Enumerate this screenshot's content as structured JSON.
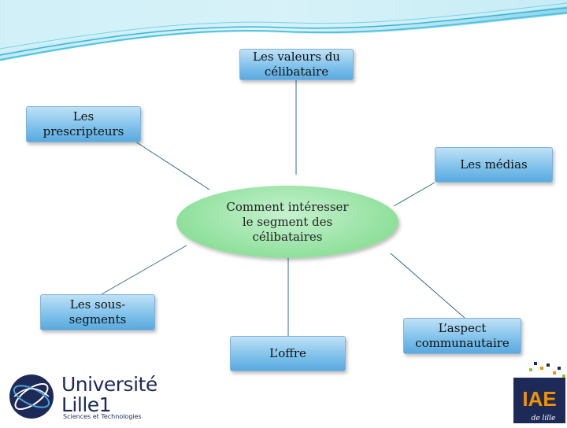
{
  "diagram": {
    "center": {
      "line1": "Comment intéresser",
      "line2": "le segment des",
      "line3": "célibataires"
    },
    "nodes": {
      "valeurs": {
        "line1": "Les valeurs du",
        "line2": "célibataire"
      },
      "prescripteurs": {
        "line1": "Les",
        "line2": "prescripteurs"
      },
      "medias": {
        "line1": "Les médias"
      },
      "sous_segments": {
        "line1": "Les sous-",
        "line2": "segments"
      },
      "offre": {
        "line1": "L’offre"
      },
      "communautaire": {
        "line1": "L’aspect",
        "line2": "communautaire"
      }
    }
  },
  "logos": {
    "universite": {
      "line1": "Université",
      "line2": "Lille1",
      "subtitle": "Sciences et Technologies"
    },
    "iae": {
      "text": "IAE",
      "signature": "de lille"
    }
  },
  "colors": {
    "node_blue": "#7cc0ea",
    "center_green": "#8fe09b",
    "wave": "#4fc3df",
    "iae_orange": "#f39200",
    "univ_navy": "#1d2a57"
  }
}
